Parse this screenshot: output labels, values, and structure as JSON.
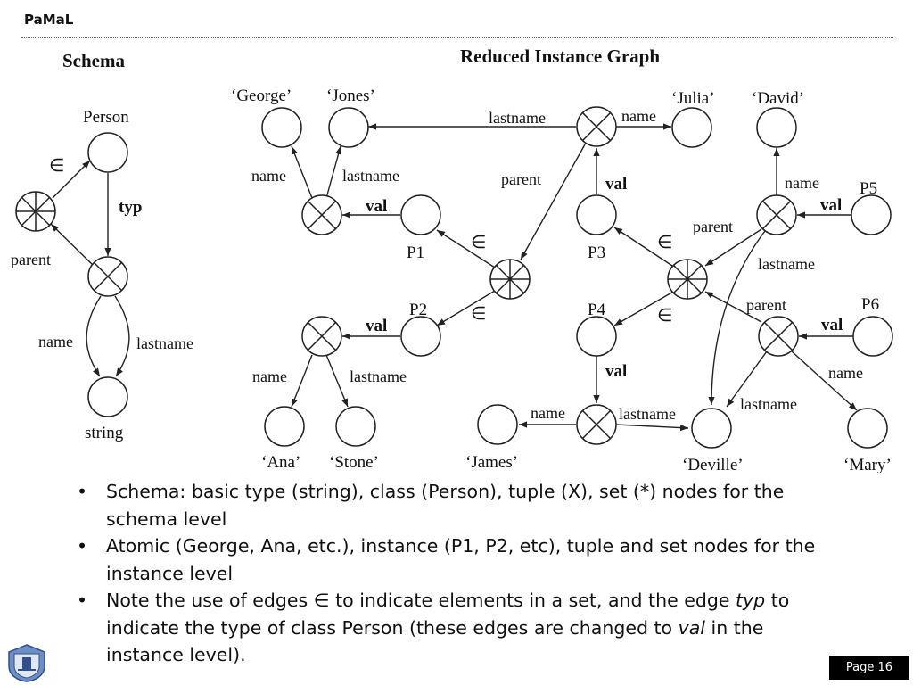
{
  "header": {
    "title": "PaMaL"
  },
  "diagram": {
    "schema_title": "Schema",
    "graph_title": "Reduced Instance Graph",
    "labels": {
      "person": "Person",
      "typ": "typ",
      "parent_s": "parent",
      "name_s": "name",
      "lastname_s": "lastname",
      "string": "string",
      "member_s": "∈",
      "george": "‘George’",
      "jones": "‘Jones’",
      "julia": "‘Julia’",
      "david": "‘David’",
      "ana": "‘Ana’",
      "stone": "‘Stone’",
      "james": "‘James’",
      "deville": "‘Deville’",
      "mary": "‘Mary’",
      "p1": "P1",
      "p2": "P2",
      "p3": "P3",
      "p4": "P4",
      "p5": "P5",
      "p6": "P6",
      "val": "val",
      "name": "name",
      "lastname": "lastname",
      "parent": "parent",
      "member": "∈"
    }
  },
  "bullets": {
    "b1": "Schema: basic type (string), class (Person), tuple (X), set (*) nodes for the schema level",
    "b2": "Atomic (George, Ana, etc.), instance (P1, P2, etc), tuple and set nodes for the instance level",
    "b3_a": "Note the use of edges ∈ to indicate elements in a set, and the edge ",
    "b3_typ": "typ",
    "b3_b": " to indicate the type of class Person (these edges are changed to ",
    "b3_val": "val",
    "b3_c": " in the instance level)."
  },
  "footer": {
    "page": "Page  16"
  }
}
